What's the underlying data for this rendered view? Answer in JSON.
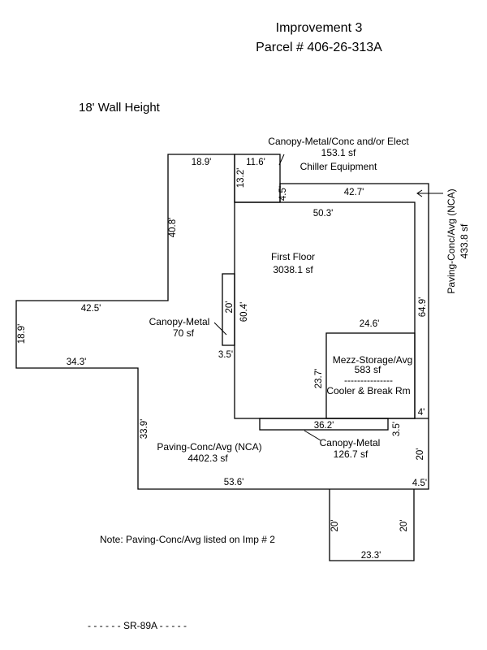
{
  "header": {
    "title_line1": "Improvement 3",
    "title_line2": "Parcel # 406-26-313A"
  },
  "wall_height": "18' Wall Height",
  "areas": {
    "first_floor": {
      "name": "First Floor",
      "area": "3038.1 sf"
    },
    "mezz": {
      "name": "Mezz-Storage/Avg",
      "area": "583 sf",
      "divider": "---------------",
      "sub": "Cooler & Break Rm"
    },
    "canopy_top": {
      "name": "Canopy-Metal/Conc and/or Elect",
      "area": "153.1 sf",
      "sub": "Chiller Equipment"
    },
    "canopy_left": {
      "name": "Canopy-Metal",
      "area": "70 sf"
    },
    "canopy_bottom": {
      "name": "Canopy-Metal",
      "area": "126.7 sf"
    },
    "paving_left": {
      "name": "Paving-Conc/Avg (NCA)",
      "area": "4402.3 sf"
    },
    "paving_right": {
      "name": "Paving-Conc/Avg (NCA)",
      "area": "433.8 sf"
    }
  },
  "dimensions": {
    "d18_9_top": "18.9'",
    "d11_6": "11.6'",
    "d13_2": "13.2'",
    "d4_5_top": "4.5'",
    "d42_7": "42.7'",
    "d50_3": "50.3'",
    "d40_8": "40.8'",
    "d42_5": "42.5'",
    "d18_9_left": "18.9'",
    "d34_3": "34.3'",
    "d20_canopy": "20'",
    "d60_4": "60.4'",
    "d3_5_left": "3.5'",
    "d24_6": "24.6'",
    "d64_9": "64.9'",
    "d23_7": "23.7'",
    "d4": "4'",
    "d36_2": "36.2'",
    "d3_5_bottom": "3.5'",
    "d33_9": "33.9'",
    "d20_right": "20'",
    "d4_5_right": "4.5'",
    "d53_6": "53.6'",
    "d20_bottom_left": "20'",
    "d20_bottom_right": "20'",
    "d23_3": "23.3'"
  },
  "note": "Note: Paving-Conc/Avg listed on Imp # 2",
  "road": "- - - - - - SR-89A - - - - -"
}
